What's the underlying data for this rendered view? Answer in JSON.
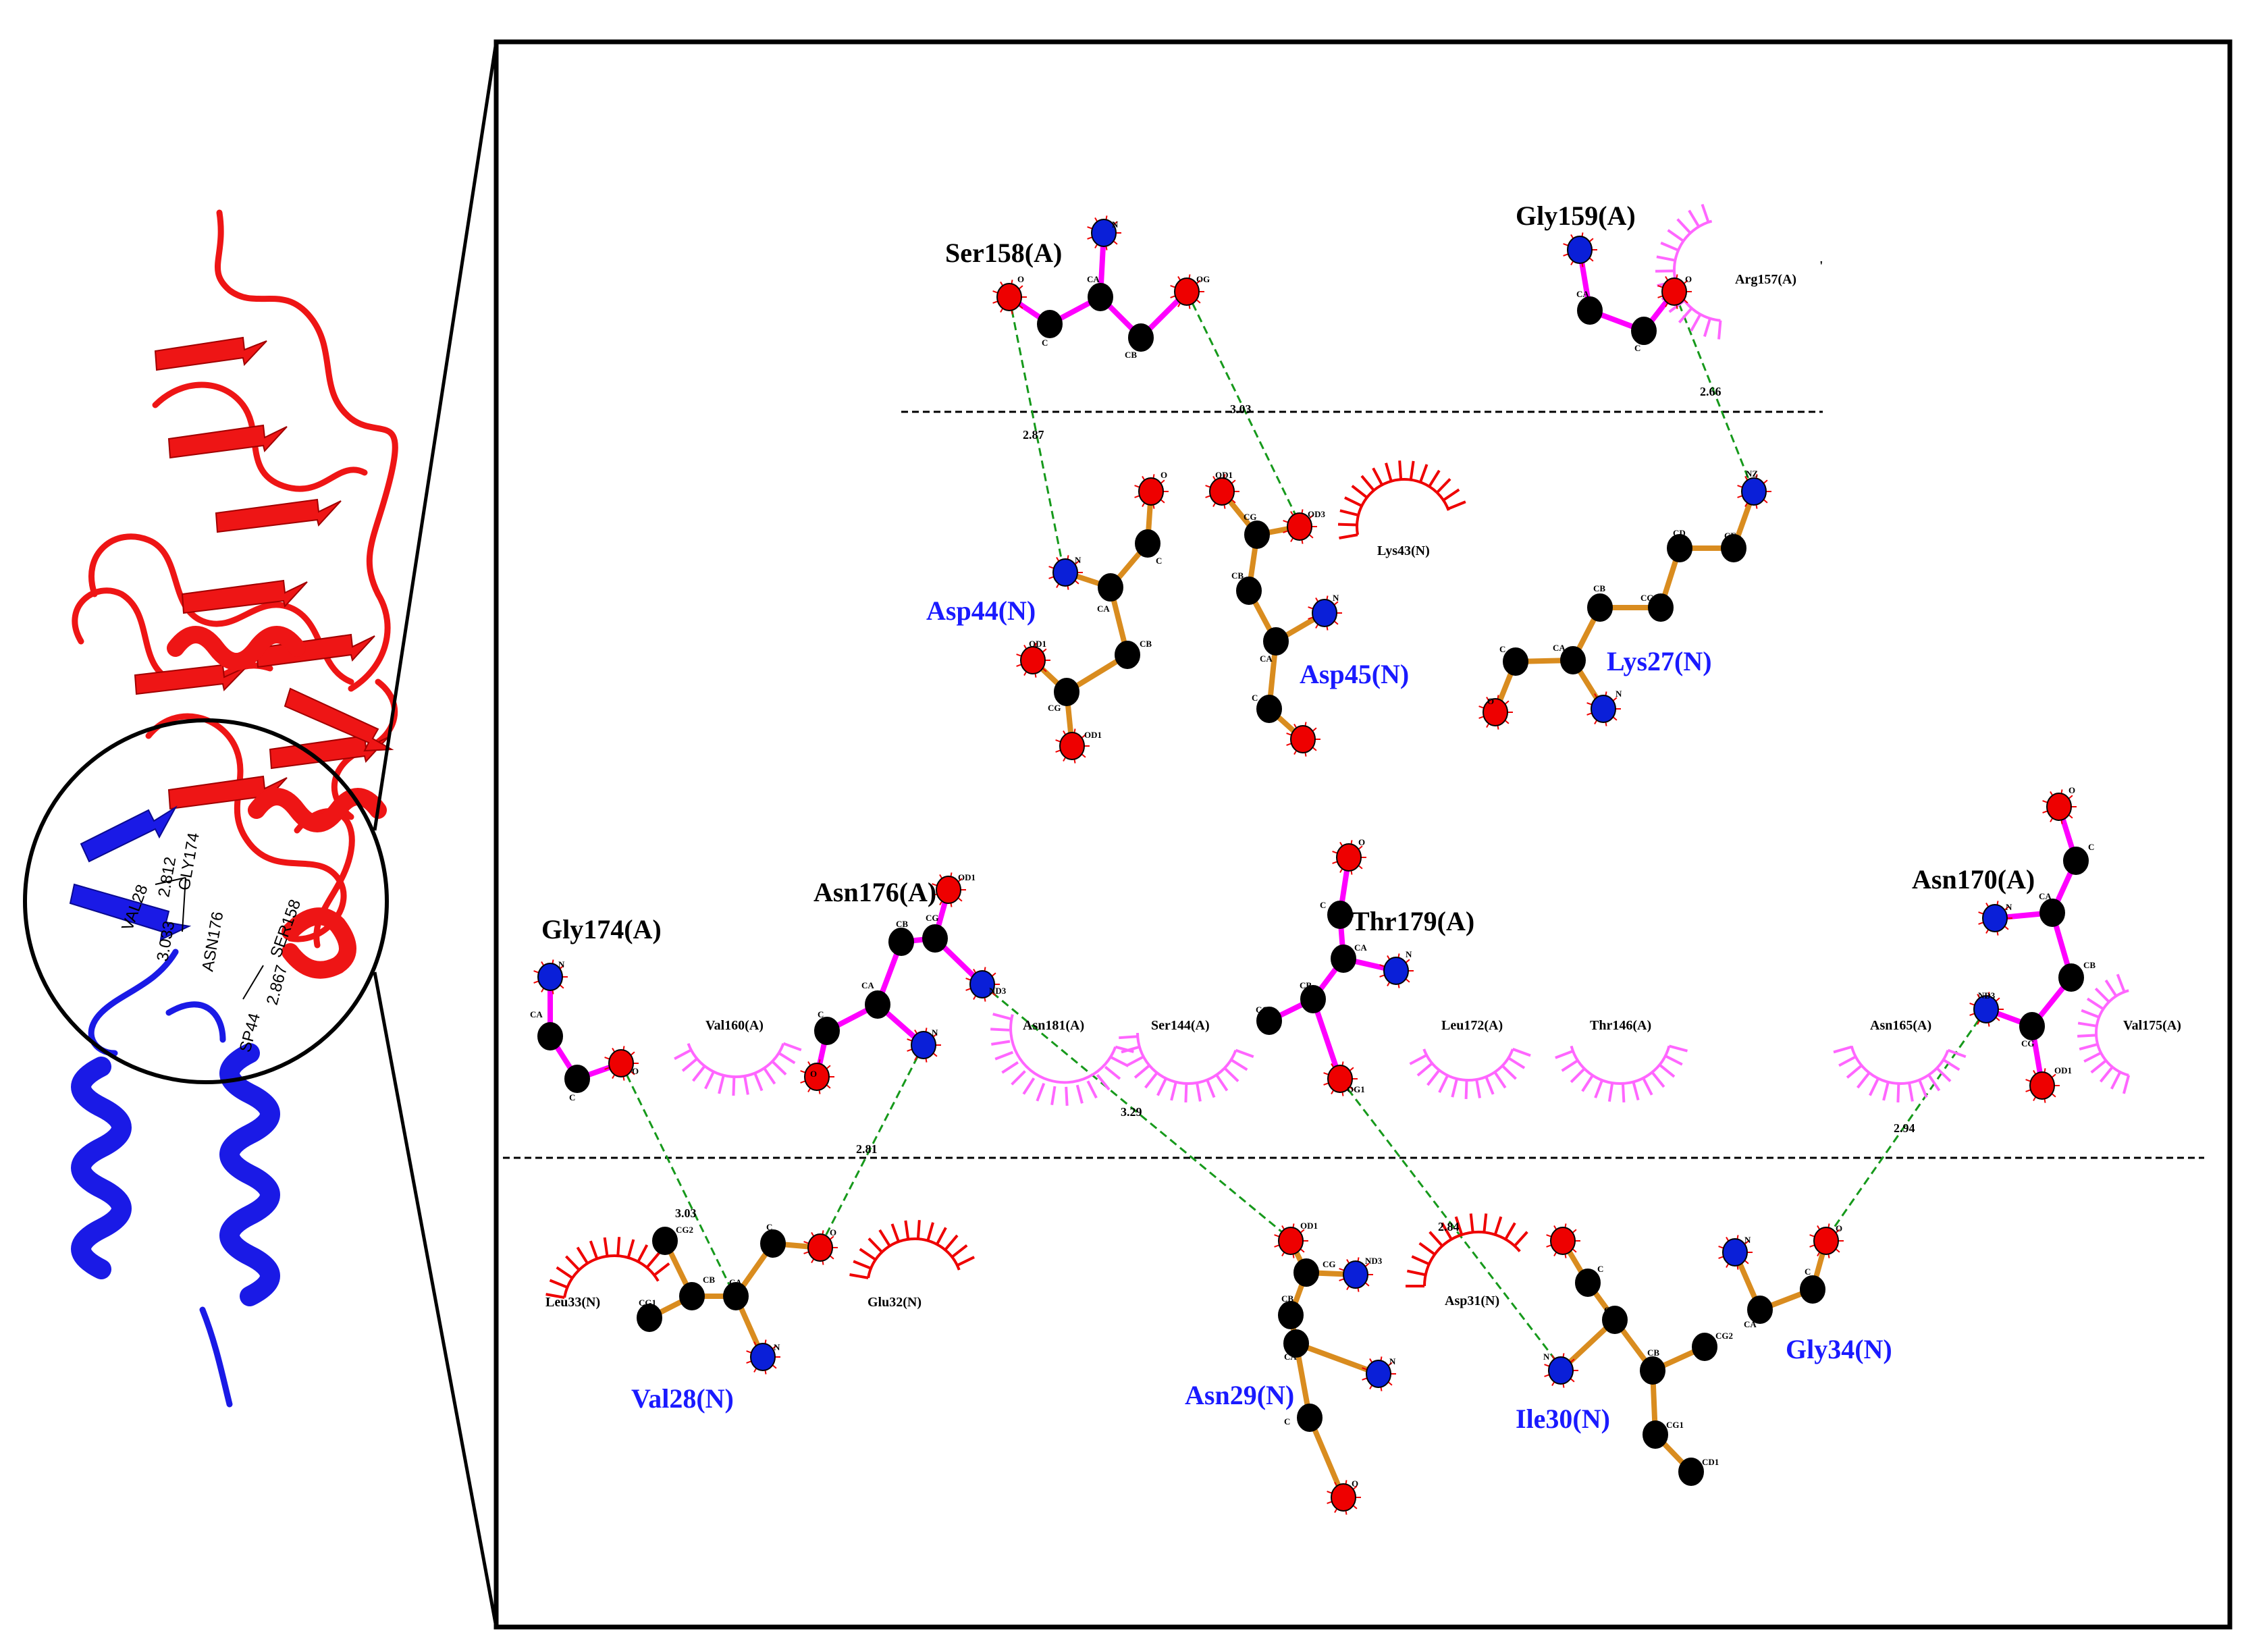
{
  "colors": {
    "chain_A": "#ff00ff",
    "chain_N": "#d98c1f",
    "carbon": "#000000",
    "oxygen": "#ee0000",
    "nitrogen": "#0a1fd8",
    "hbond": "#16991b",
    "label_chain_A": "#000000",
    "label_chain_N": "#1a1aff",
    "hydrophobic_A": "#ff66ff",
    "hydrophobic_N": "#ee0000",
    "ribbon_A": "#ee1515",
    "ribbon_N": "#1a1ae6"
  },
  "cartoon": {
    "chain_A_color": "red",
    "chain_N_color": "blue",
    "labels": [
      "VAL28",
      "2.812",
      "GLY174",
      "3.033",
      "ASN176",
      "SER158",
      "SP44",
      "2.867"
    ]
  },
  "top_panel": {
    "residues": [
      {
        "name": "Ser158(A)",
        "chain": "A",
        "atoms": [
          "N",
          "CA",
          "C",
          "O",
          "CB",
          "OG"
        ]
      },
      {
        "name": "Gly159(A)",
        "chain": "A",
        "atoms": [
          "N",
          "CA",
          "C",
          "O"
        ]
      },
      {
        "name": "Asp44(N)",
        "chain": "N",
        "atoms": [
          "N",
          "CA",
          "C",
          "O",
          "CB",
          "CG",
          "OD1",
          "OD1"
        ]
      },
      {
        "name": "Asp45(N)",
        "chain": "N",
        "atoms": [
          "N",
          "CA",
          "C",
          "O",
          "CB",
          "CG",
          "OD1",
          "OD3"
        ]
      },
      {
        "name": "Lys27(N)",
        "chain": "N",
        "atoms": [
          "N",
          "CA",
          "C",
          "O",
          "CB",
          "CG",
          "CD",
          "CE",
          "NZ"
        ]
      }
    ],
    "hydrophobic": [
      {
        "name": "Arg157(A)",
        "chain": "A"
      },
      {
        "name": "Lys43(N)",
        "chain": "N"
      }
    ],
    "hbonds": [
      {
        "from": "Ser158(A) O",
        "to": "Asp44(N) N",
        "distance": "2.87"
      },
      {
        "from": "Ser158(A) OG",
        "to": "Asp45(N) OD3",
        "distance": "3.03"
      },
      {
        "from": "Gly159(A) O",
        "to": "Lys27(N) NZ",
        "distance": "2.66"
      }
    ],
    "extra_mark": "'"
  },
  "bottom_panel": {
    "residues": [
      {
        "name": "Gly174(A)",
        "chain": "A",
        "atoms": [
          "N",
          "CA",
          "C",
          "O"
        ]
      },
      {
        "name": "Asn176(A)",
        "chain": "A",
        "atoms": [
          "N",
          "CA",
          "C",
          "O",
          "CB",
          "CG",
          "OD1",
          "ND3"
        ]
      },
      {
        "name": "Thr179(A)",
        "chain": "A",
        "atoms": [
          "N",
          "CA",
          "C",
          "O",
          "CB",
          "CG2",
          "OG1"
        ]
      },
      {
        "name": "Asn170(A)",
        "chain": "A",
        "atoms": [
          "N",
          "CA",
          "C",
          "O",
          "CB",
          "CG",
          "OD1",
          "ND3"
        ]
      },
      {
        "name": "Val28(N)",
        "chain": "N",
        "atoms": [
          "N",
          "CA",
          "C",
          "O",
          "CB",
          "CG1",
          "CG2"
        ]
      },
      {
        "name": "Asn29(N)",
        "chain": "N",
        "atoms": [
          "N",
          "CA",
          "C",
          "O",
          "CB",
          "CG",
          "OD1",
          "ND3"
        ]
      },
      {
        "name": "Ile30(N)",
        "chain": "N",
        "atoms": [
          "N",
          "CA",
          "C",
          "O",
          "CB",
          "CG1",
          "CG2",
          "CD1"
        ]
      },
      {
        "name": "Gly34(N)",
        "chain": "N",
        "atoms": [
          "N",
          "CA",
          "C",
          "O"
        ]
      }
    ],
    "hydrophobic": [
      {
        "name": "Val160(A)",
        "chain": "A"
      },
      {
        "name": "Asn181(A)",
        "chain": "A"
      },
      {
        "name": "Ser144(A)",
        "chain": "A"
      },
      {
        "name": "Leu172(A)",
        "chain": "A"
      },
      {
        "name": "Thr146(A)",
        "chain": "A"
      },
      {
        "name": "Asn165(A)",
        "chain": "A"
      },
      {
        "name": "Val175(A)",
        "chain": "A"
      },
      {
        "name": "Leu33(N)",
        "chain": "N"
      },
      {
        "name": "Glu32(N)",
        "chain": "N"
      },
      {
        "name": "Asp31(N)",
        "chain": "N"
      }
    ],
    "hbonds": [
      {
        "from": "Gly174(A) O",
        "to": "Val28(N) N",
        "distance": "3.03"
      },
      {
        "from": "Asn176(A) N",
        "to": "Val28(N) O",
        "distance": "2.81"
      },
      {
        "from": "Asn176(A) ND3",
        "to": "Asn29(N) OD1",
        "distance": "3.29"
      },
      {
        "from": "Thr179(A) OG1",
        "to": "Ile30(N) N",
        "distance": "2.84"
      },
      {
        "from": "Asn170(A) ND3",
        "to": "Gly34(N) O",
        "distance": "2.94"
      }
    ]
  }
}
